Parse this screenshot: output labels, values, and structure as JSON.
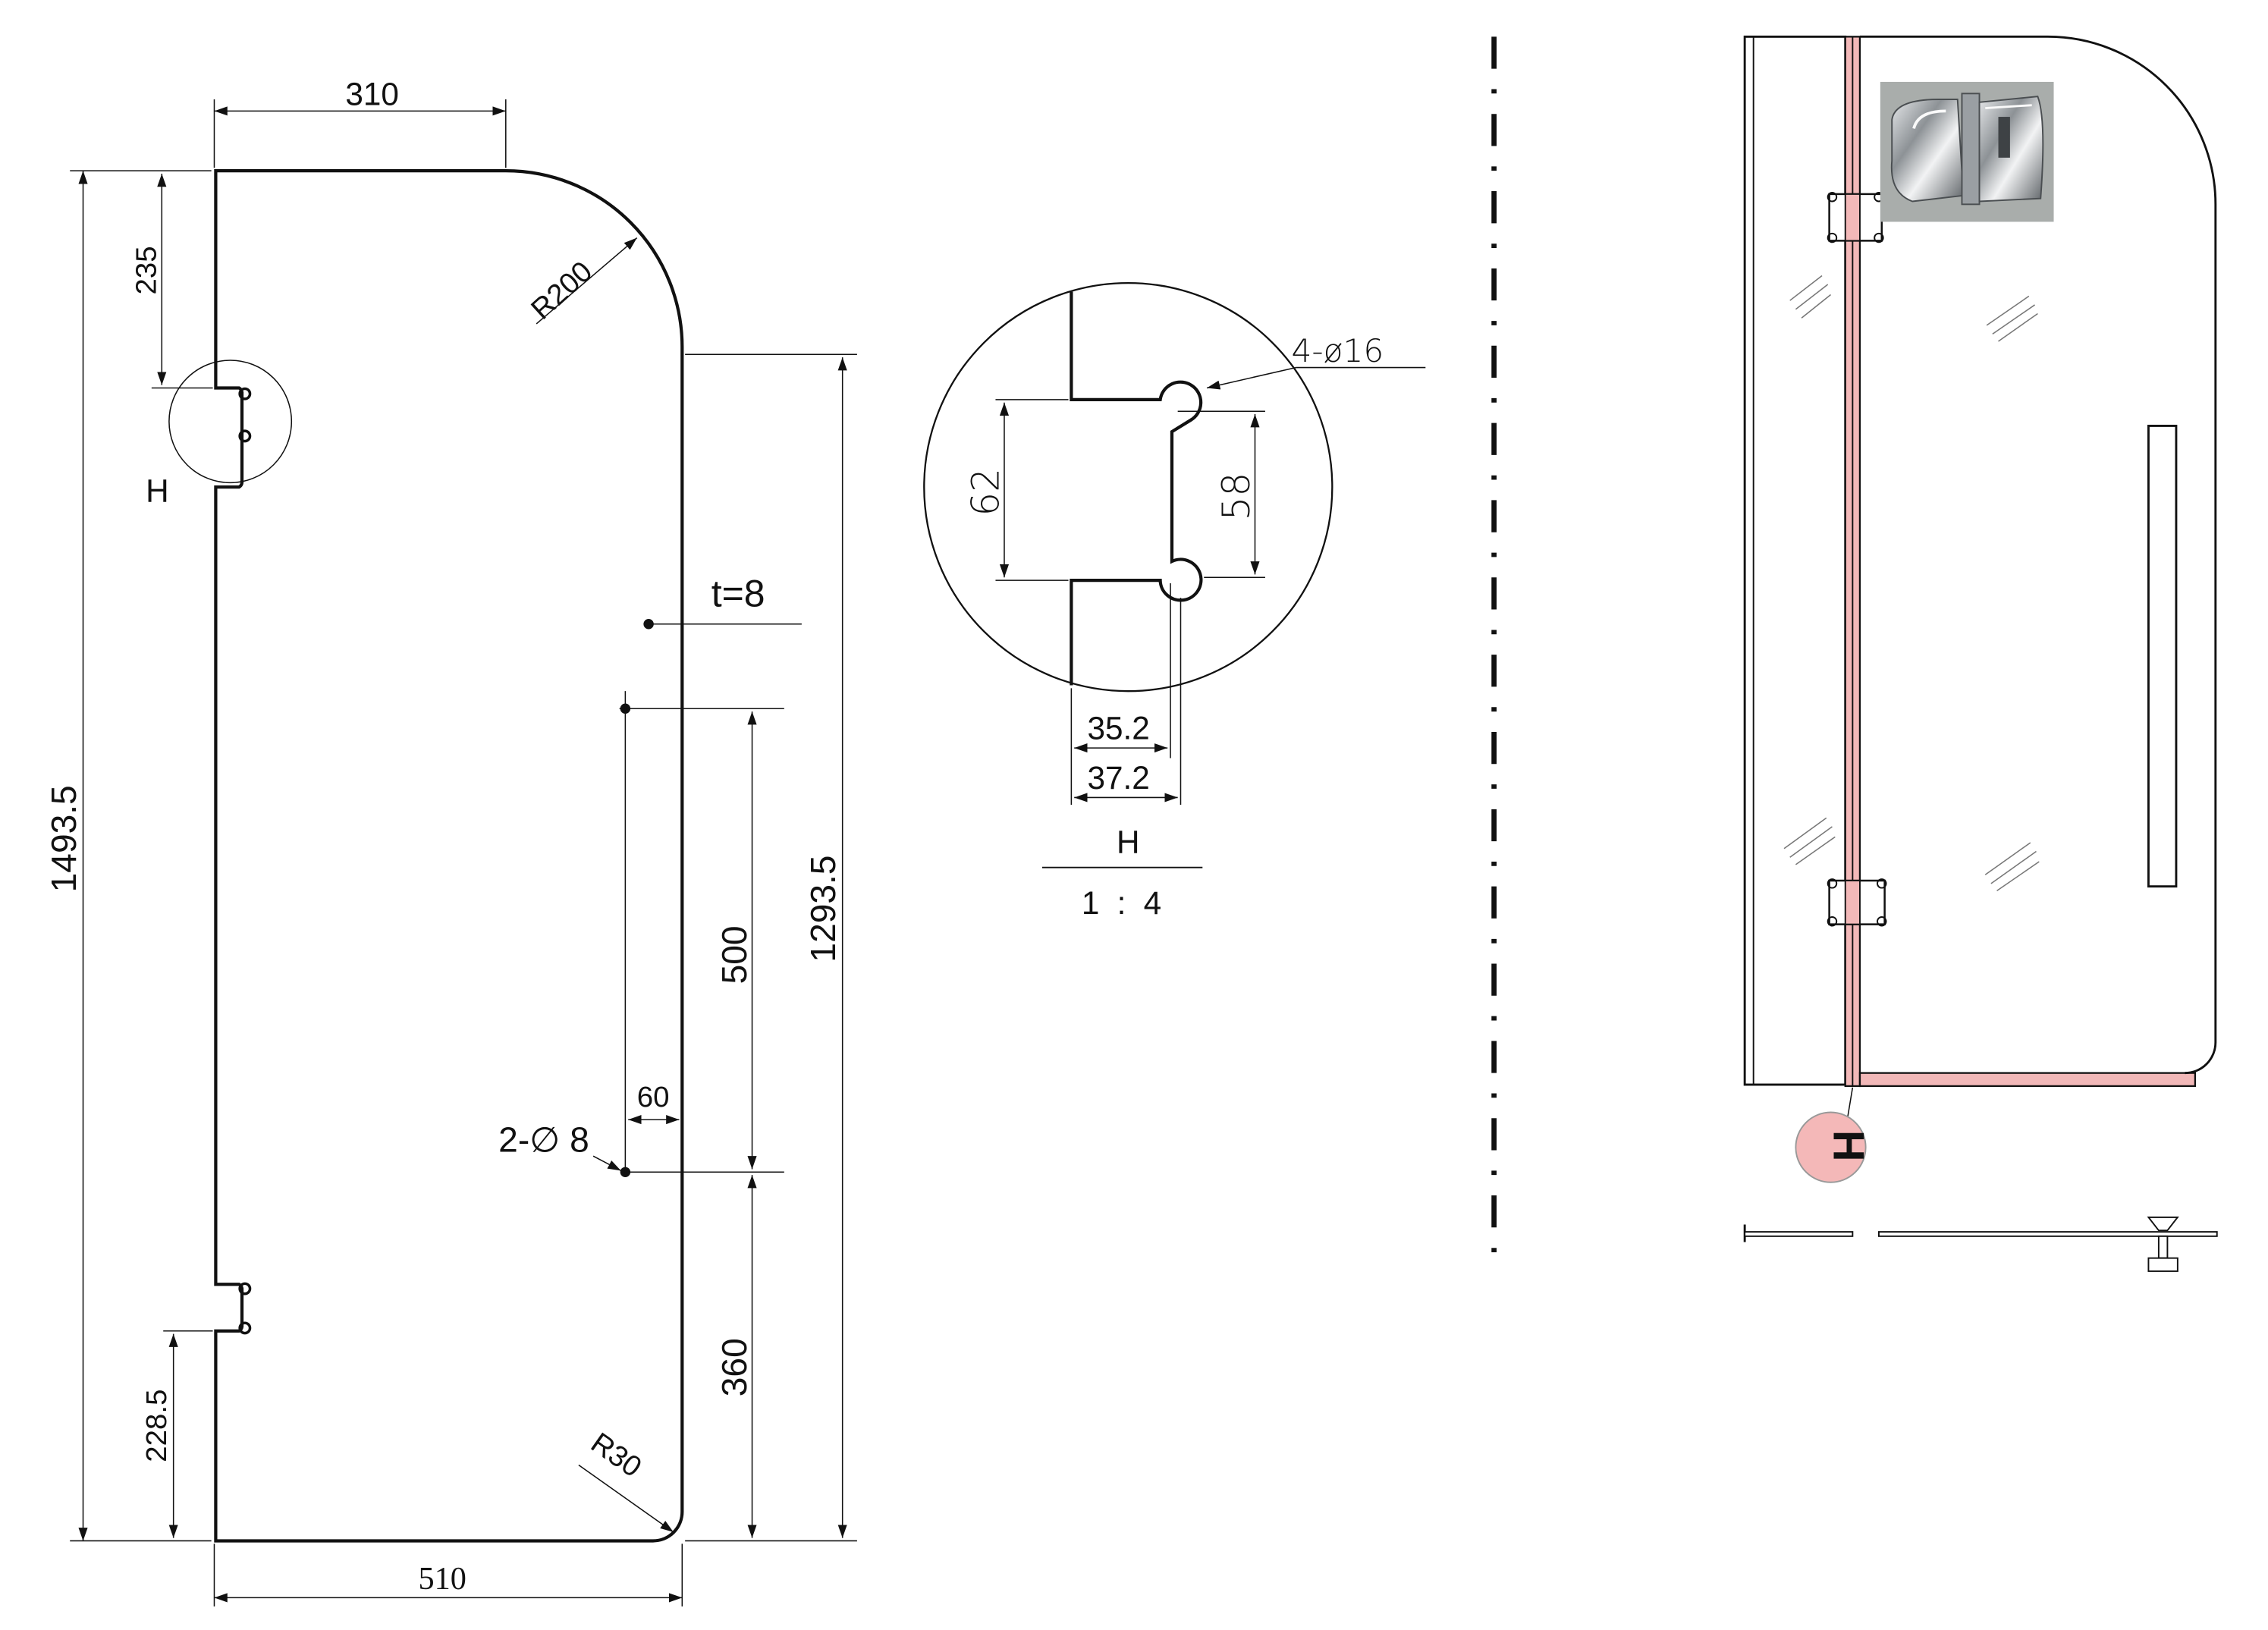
{
  "panel": {
    "top_width": "310",
    "bottom_width": "510",
    "total_height": "1493.5",
    "side_height": "1293.5",
    "top_hinge_offset": "235",
    "bottom_hinge_offset": "228.5",
    "corner_radius_large": "R200",
    "corner_radius_small": "R30",
    "thickness": "t=8",
    "hole_spacing": "500",
    "hole_bottom_offset": "360",
    "hole_edge_offset": "60",
    "hole_spec": "2-∅ 8",
    "detail_marker": "H"
  },
  "detail": {
    "hole_spec": "4-ø16",
    "notch_outer": "62",
    "notch_inner": "58",
    "depth_inner": "35.2",
    "depth_outer": "37.2",
    "label": "H",
    "scale": "1 : 4"
  },
  "assembly": {
    "hinge_badge": "H",
    "colors": {
      "seal": "#f2b8b8",
      "badge": "#f4b8b8"
    }
  }
}
